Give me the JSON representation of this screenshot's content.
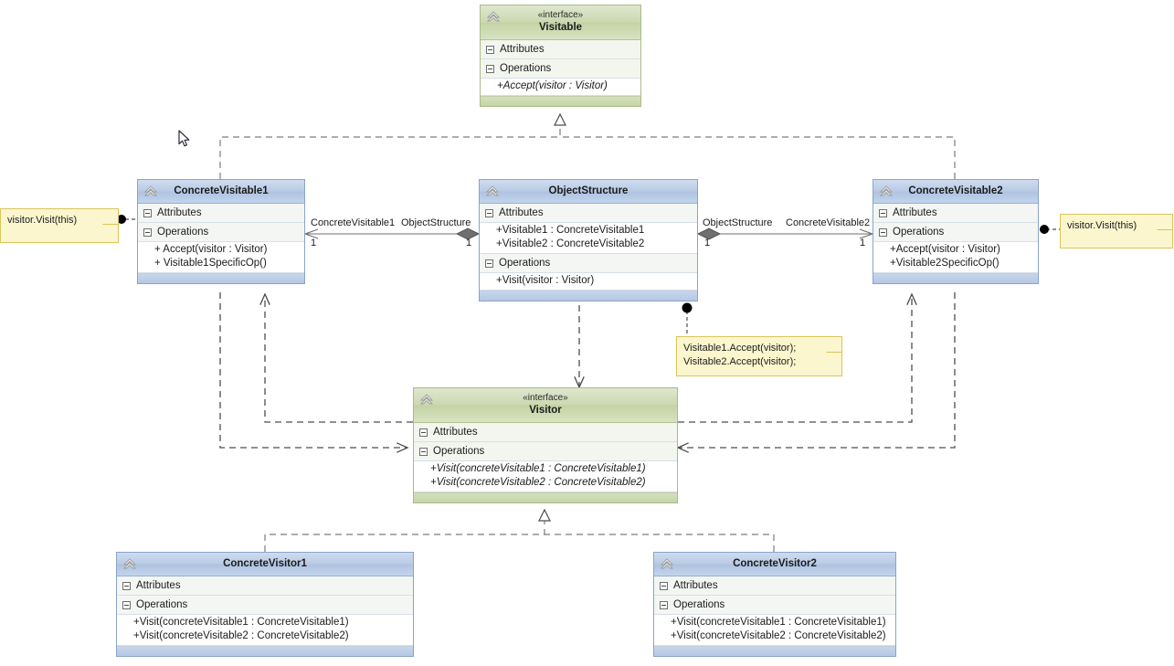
{
  "diagram": {
    "kind": "uml-class-diagram",
    "pattern": "Visitor"
  },
  "classes": {
    "visitable": {
      "stereotype": "«interface»",
      "name": "Visitable",
      "attributes_label": "Attributes",
      "operations_label": "Operations",
      "attributes": [],
      "operations": [
        "+Accept(visitor : Visitor)"
      ]
    },
    "concrete_visitable1": {
      "stereotype": "",
      "name": "ConcreteVisitable1",
      "attributes_label": "Attributes",
      "operations_label": "Operations",
      "attributes": [],
      "operations": [
        "+ Accept(visitor : Visitor)",
        "+ Visitable1SpecificOp()"
      ]
    },
    "object_structure": {
      "stereotype": "",
      "name": "ObjectStructure",
      "attributes_label": "Attributes",
      "operations_label": "Operations",
      "attributes": [
        "+Visitable1 : ConcreteVisitable1",
        "+Visitable2 : ConcreteVisitable2"
      ],
      "operations": [
        "+Visit(visitor : Visitor)"
      ]
    },
    "concrete_visitable2": {
      "stereotype": "",
      "name": "ConcreteVisitable2",
      "attributes_label": "Attributes",
      "operations_label": "Operations",
      "attributes": [],
      "operations": [
        "+Accept(visitor : Visitor)",
        "+Visitable2SpecificOp()"
      ]
    },
    "visitor": {
      "stereotype": "«interface»",
      "name": "Visitor",
      "attributes_label": "Attributes",
      "operations_label": "Operations",
      "attributes": [],
      "operations": [
        "+Visit(concreteVisitable1 : ConcreteVisitable1)",
        "+Visit(concreteVisitable2 : ConcreteVisitable2)"
      ]
    },
    "concrete_visitor1": {
      "stereotype": "",
      "name": "ConcreteVisitor1",
      "attributes_label": "Attributes",
      "operations_label": "Operations",
      "attributes": [],
      "operations": [
        "+Visit(concreteVisitable1 : ConcreteVisitable1)",
        "+Visit(concreteVisitable2 : ConcreteVisitable2)"
      ]
    },
    "concrete_visitor2": {
      "stereotype": "",
      "name": "ConcreteVisitor2",
      "attributes_label": "Attributes",
      "operations_label": "Operations",
      "attributes": [],
      "operations": [
        "+Visit(concreteVisitable1 : ConcreteVisitable1)",
        "+Visit(concreteVisitable2 : ConcreteVisitable2)"
      ]
    }
  },
  "notes": {
    "left": "visitor.Visit(this)",
    "right": "visitor.Visit(this)",
    "center_line1": "Visitable1.Accept(visitor);",
    "center_line2": "Visitable2.Accept(visitor);"
  },
  "associations": {
    "left": {
      "source_role": "ConcreteVisitable1",
      "target_role": "ObjectStructure",
      "source_mult": "1",
      "target_mult": "1"
    },
    "right": {
      "source_role": "ObjectStructure",
      "target_role": "ConcreteVisitable2",
      "source_mult": "1",
      "target_mult": "1"
    }
  },
  "colors": {
    "class_header": "#b9cbe5",
    "interface_header": "#ccd9b0",
    "note_fill": "#fbf6cd",
    "note_border": "#d9c55a",
    "line": "#4d4d4d"
  }
}
